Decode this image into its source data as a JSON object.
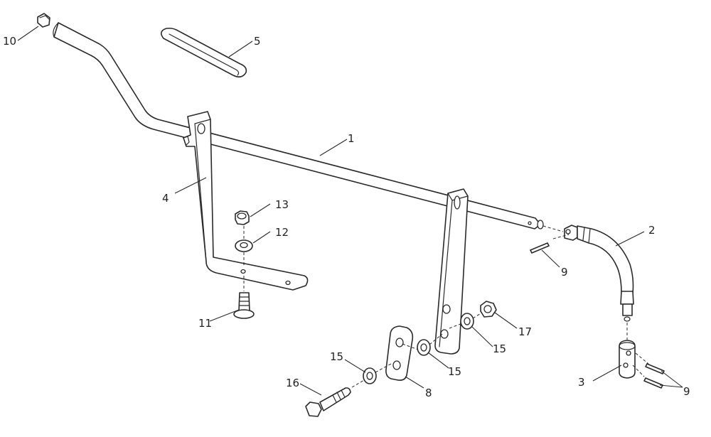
{
  "callouts": [
    {
      "id": "1",
      "text": "1"
    },
    {
      "id": "2",
      "text": "2"
    },
    {
      "id": "3",
      "text": "3"
    },
    {
      "id": "4",
      "text": "4"
    },
    {
      "id": "5",
      "text": "5"
    },
    {
      "id": "8",
      "text": "8"
    },
    {
      "id": "9a",
      "text": "9"
    },
    {
      "id": "9b",
      "text": "9"
    },
    {
      "id": "10",
      "text": "10"
    },
    {
      "id": "11",
      "text": "11"
    },
    {
      "id": "12",
      "text": "12"
    },
    {
      "id": "13",
      "text": "13"
    },
    {
      "id": "15a",
      "text": "15"
    },
    {
      "id": "15b",
      "text": "15"
    },
    {
      "id": "15c",
      "text": "15"
    },
    {
      "id": "16",
      "text": "16"
    },
    {
      "id": "17",
      "text": "17"
    }
  ],
  "colors": {
    "line": "#2a2a2a",
    "background": "#ffffff"
  }
}
